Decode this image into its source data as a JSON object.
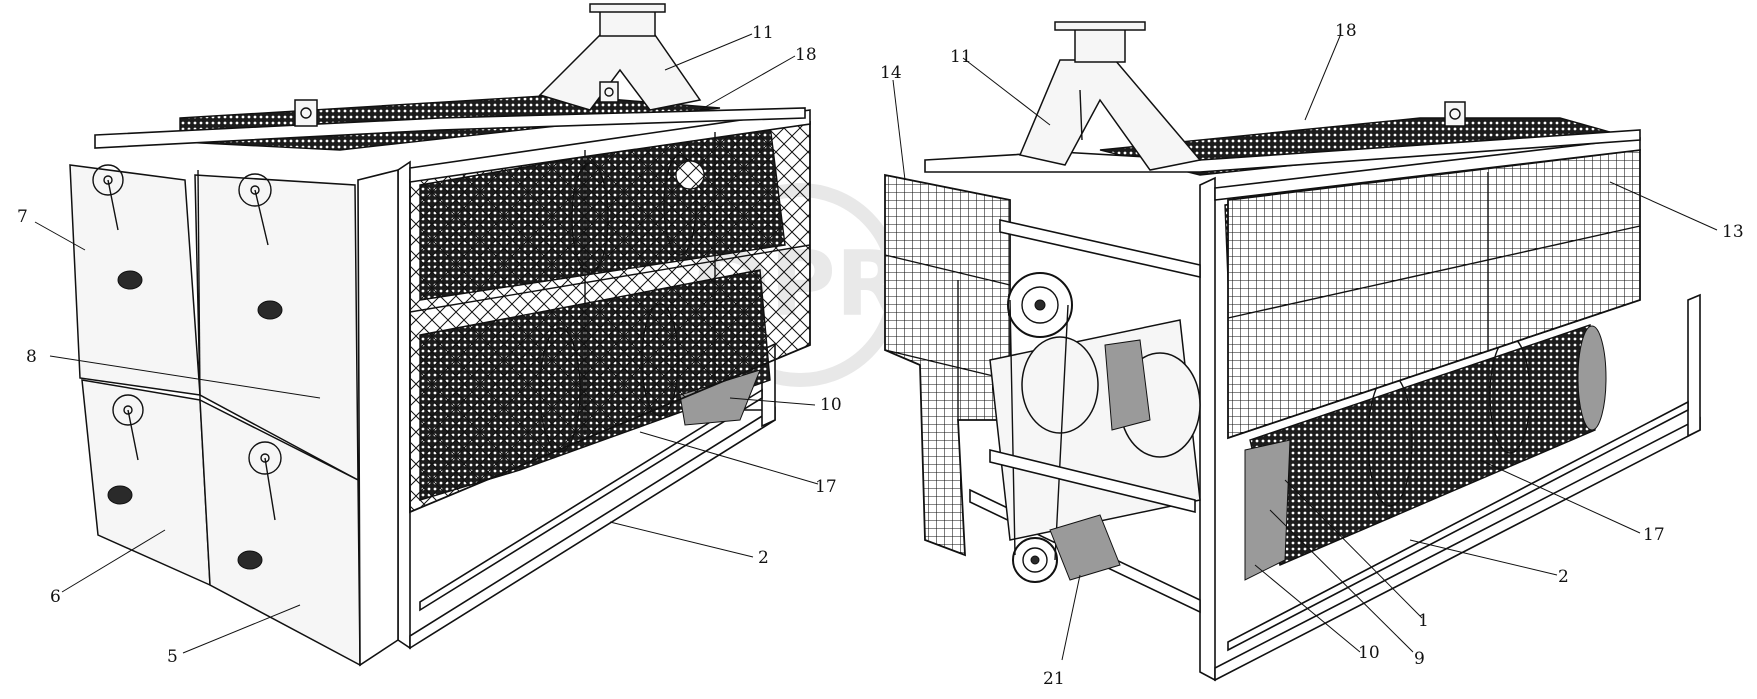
{
  "diagram": {
    "left_machine_callouts": [
      {
        "id": "callout-11-left",
        "text": "11"
      },
      {
        "id": "callout-18-left",
        "text": "18"
      },
      {
        "id": "callout-7",
        "text": "7"
      },
      {
        "id": "callout-8",
        "text": "8"
      },
      {
        "id": "callout-10-left",
        "text": "10"
      },
      {
        "id": "callout-17-left",
        "text": "17"
      },
      {
        "id": "callout-2-left",
        "text": "2"
      },
      {
        "id": "callout-6",
        "text": "6"
      },
      {
        "id": "callout-5",
        "text": "5"
      }
    ],
    "right_machine_callouts": [
      {
        "id": "callout-11-right",
        "text": "11"
      },
      {
        "id": "callout-18-right",
        "text": "18"
      },
      {
        "id": "callout-14",
        "text": "14"
      },
      {
        "id": "callout-13",
        "text": "13"
      },
      {
        "id": "callout-17-right",
        "text": "17"
      },
      {
        "id": "callout-2-right",
        "text": "2"
      },
      {
        "id": "callout-1",
        "text": "1"
      },
      {
        "id": "callout-9",
        "text": "9"
      },
      {
        "id": "callout-10-right",
        "text": "10"
      },
      {
        "id": "callout-21",
        "text": "21"
      }
    ],
    "watermark": {
      "text": "DPR",
      "color": "#d8d8d8"
    }
  }
}
